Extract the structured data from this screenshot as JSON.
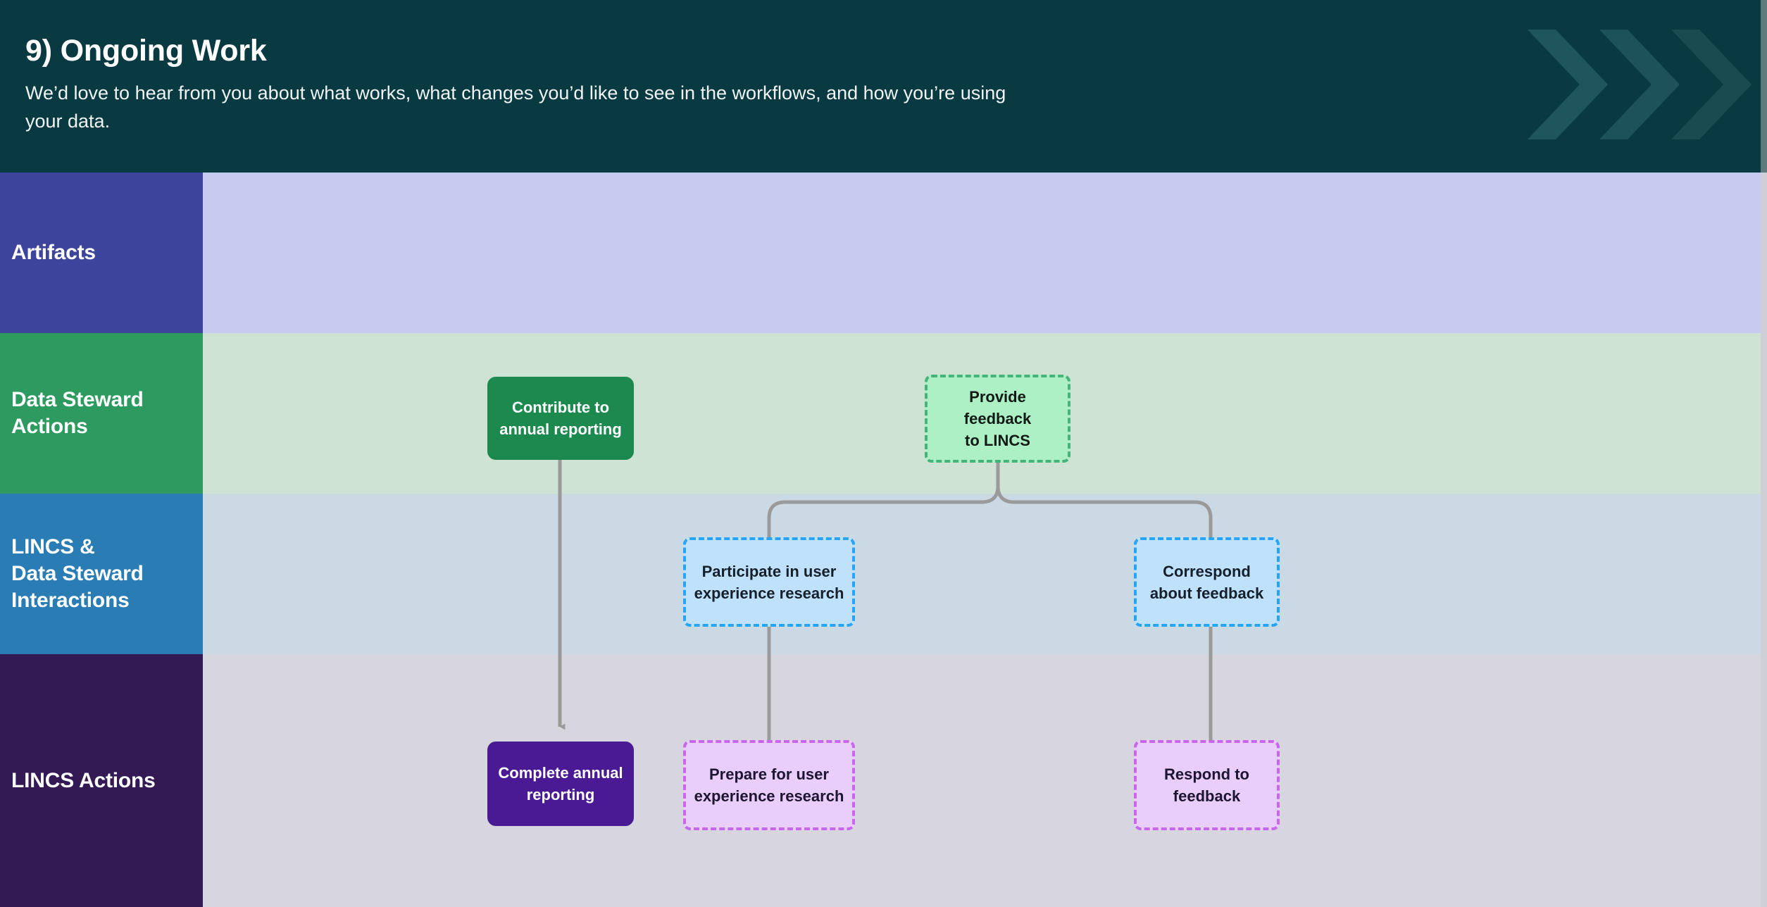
{
  "header": {
    "title": "9) Ongoing Work",
    "subtitle": "We’d love to hear from you about what works, what changes you’d like to see in the workflows, and how you’re using your data.",
    "background_color": "#093a42",
    "chevron_icon": "double-chevron-right-icon",
    "chevron_count": 3,
    "chevron_color": "#1d5258"
  },
  "lanes": [
    {
      "id": "artifacts",
      "label": "Artifacts",
      "label_color": "#3c449b",
      "body_color": "#c7cbef"
    },
    {
      "id": "data-steward-actions",
      "label": "Data Steward\nActions",
      "label_color": "#2d9a5f",
      "body_color": "#cfe3d4"
    },
    {
      "id": "lincs-data-steward-interactions",
      "label": "LINCS &\nData Steward\nInteractions",
      "label_color": "#2a7cb5",
      "body_color": "#cad9e4"
    },
    {
      "id": "lincs-actions",
      "label": "LINCS Actions",
      "label_color": "#341a55",
      "body_color": "#d7d5de"
    }
  ],
  "nodes": [
    {
      "id": "contribute-annual-reporting",
      "label": "Contribute to\nannual reporting",
      "lane": "data-steward-actions",
      "style": "solid-green",
      "fill": "#1c8a4e",
      "text_color": "#ffffff"
    },
    {
      "id": "provide-feedback-lincs",
      "label": "Provide feedback\nto LINCS",
      "lane": "data-steward-actions",
      "style": "dashed-green",
      "fill": "#adf0c6",
      "border": "#46b37a",
      "text_color": "#121a14"
    },
    {
      "id": "participate-ux-research",
      "label": "Participate in user\nexperience research",
      "lane": "lincs-data-steward-interactions",
      "style": "dashed-blue",
      "fill": "#bfe1fb",
      "border": "#26a5f5",
      "text_color": "#15202b"
    },
    {
      "id": "correspond-about-feedback",
      "label": "Correspond\nabout  feedback",
      "lane": "lincs-data-steward-interactions",
      "style": "dashed-blue",
      "fill": "#bfe1fb",
      "border": "#26a5f5",
      "text_color": "#15202b"
    },
    {
      "id": "complete-annual-reporting",
      "label": "Complete annual\nreporting",
      "lane": "lincs-actions",
      "style": "solid-purple",
      "fill": "#4a1a94",
      "text_color": "#ffffff"
    },
    {
      "id": "prepare-ux-research",
      "label": "Prepare for user\nexperience research",
      "lane": "lincs-actions",
      "style": "dashed-pink",
      "fill": "#e9cdfb",
      "border": "#c768ec",
      "text_color": "#1e1530"
    },
    {
      "id": "respond-to-feedback",
      "label": "Respond to\nfeedback",
      "lane": "lincs-actions",
      "style": "dashed-pink",
      "fill": "#e9cdfb",
      "border": "#c768ec",
      "text_color": "#1e1530"
    }
  ],
  "connectors": {
    "color": "#9a9a9a",
    "edges": [
      {
        "from": "contribute-annual-reporting",
        "to": "complete-annual-reporting",
        "arrow": true
      },
      {
        "from": "provide-feedback-lincs",
        "to": "participate-ux-research",
        "arrow": false
      },
      {
        "from": "provide-feedback-lincs",
        "to": "correspond-about-feedback",
        "arrow": false
      },
      {
        "from": "participate-ux-research",
        "to": "prepare-ux-research",
        "arrow": false
      },
      {
        "from": "correspond-about-feedback",
        "to": "respond-to-feedback",
        "arrow": false
      }
    ]
  }
}
